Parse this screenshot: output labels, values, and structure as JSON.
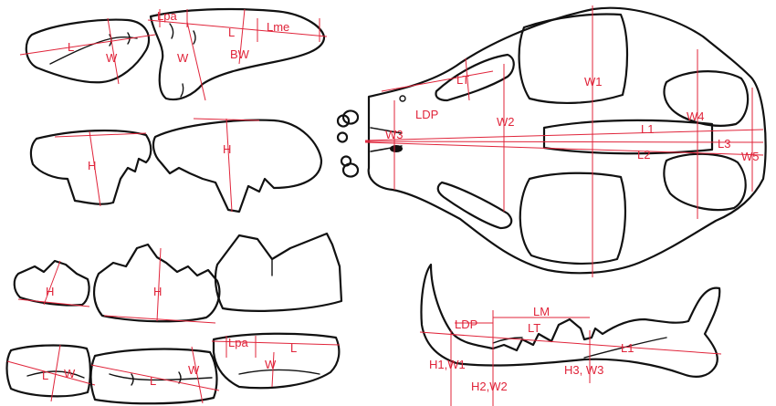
{
  "colors": {
    "outline": "#111111",
    "measurement": "#e0243a",
    "background": "#ffffff"
  },
  "labels": {
    "tooth_top_left": {
      "L": "L",
      "W": "W"
    },
    "tooth_top_right": {
      "Lpa": "Lpa",
      "W": "W",
      "L": "L",
      "Lme": "Lme",
      "BW": "BW"
    },
    "crown_mid_left": {
      "H": "H"
    },
    "crown_mid_right": {
      "H": "H"
    },
    "crown_row3_small": {
      "H": "H"
    },
    "crown_row3_mid": {
      "H": "H"
    },
    "tooth_bottom_left": {
      "L": "L",
      "W": "W"
    },
    "tooth_bottom_mid": {
      "L": "L",
      "W": "W"
    },
    "tooth_bottom_right": {
      "Lpa": "Lpa",
      "L": "L",
      "W": "W"
    },
    "skull": {
      "LT": "LT",
      "LDP": "LDP",
      "W1": "W1",
      "W2": "W2",
      "W3": "W3",
      "W4": "W4",
      "W5": "W5",
      "L1": "L1",
      "L2": "L2",
      "L3": "L3"
    },
    "mandible": {
      "LM": "LM",
      "LDP": "LDP",
      "LT": "LT",
      "L1": "L1",
      "H1W1": "H1,W1",
      "H2W2": "H2,W2",
      "H3W3": "H3, W3"
    }
  }
}
